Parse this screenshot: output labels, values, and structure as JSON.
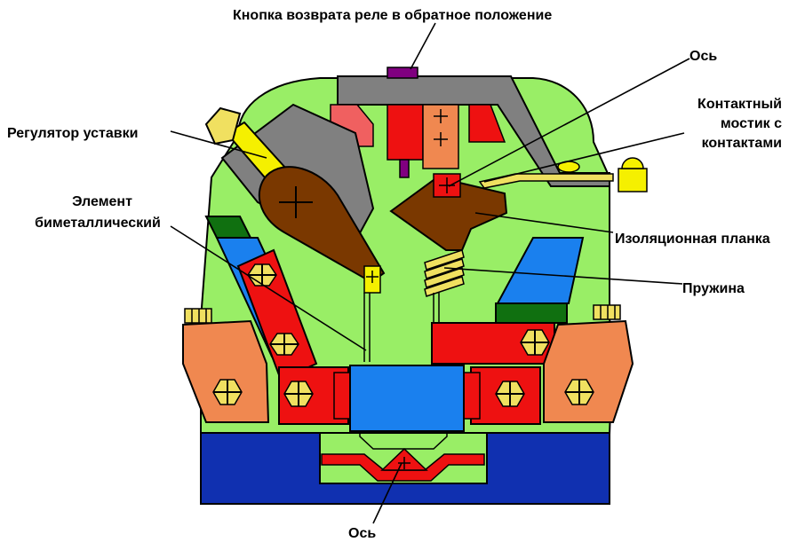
{
  "labels": {
    "reset_button": "Кнопка возврата реле в обратное положение",
    "axis_top": "Ось",
    "contact_bridge_line1": "Контактный",
    "contact_bridge_line2": "мостик с",
    "contact_bridge_line3": "контактами",
    "setpoint_regulator": "Регулятор уставки",
    "bimetal_line1": "Элемент",
    "bimetal_line2": "биметаллический",
    "insulation_plate": "Изоляционная планка",
    "spring": "Пружина",
    "axis_bottom": "Ось"
  },
  "colors": {
    "body": "#99ee66",
    "gray": "#808080",
    "red": "#ee1111",
    "orange": "#f08850",
    "salmon": "#f06060",
    "blue": "#1a80ee",
    "navy": "#1030b0",
    "green": "#107010",
    "brown": "#7a3800",
    "yellow": "#f5f000",
    "gold": "#f0e060",
    "purple": "#800080"
  }
}
